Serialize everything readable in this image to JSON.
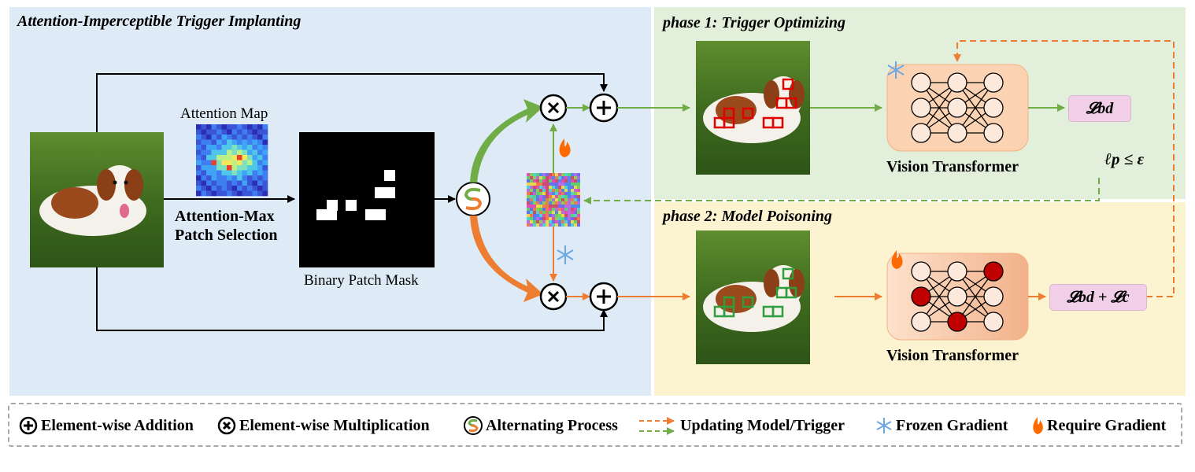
{
  "left_panel": {
    "title": "Attention-Imperceptible Trigger Implanting"
  },
  "attention_map": {
    "label": "Attention Map"
  },
  "patch_selection": {
    "line1": "Attention-Max",
    "line2": "Patch Selection"
  },
  "binary_mask": {
    "label": "Binary Patch Mask"
  },
  "phase1": {
    "title": "phase 1: Trigger Optimizing",
    "model_label": "Vision Transformer",
    "loss": "𝓛bd",
    "constraint": "ℓp ≤ ε"
  },
  "phase2": {
    "title": "phase 2: Model Poisoning",
    "model_label": "Vision Transformer",
    "loss": "𝓛bd + 𝓛c"
  },
  "legend": {
    "addition": "Element-wise Addition",
    "multiplication": "Element-wise Multiplication",
    "alternating": "Alternating Process",
    "updating": "Updating Model/Trigger",
    "frozen": "Frozen Gradient",
    "require": "Require Gradient"
  },
  "colors": {
    "left_bg": "#deebf6",
    "phase1_bg": "#e2efda",
    "phase2_bg": "#fcf3d1",
    "green_arrow": "#70ad47",
    "orange_arrow": "#ed7d31",
    "vit_fill": "#fbd3b3",
    "loss_fill": "#f1cfe8",
    "active_neuron": "#c00000"
  }
}
